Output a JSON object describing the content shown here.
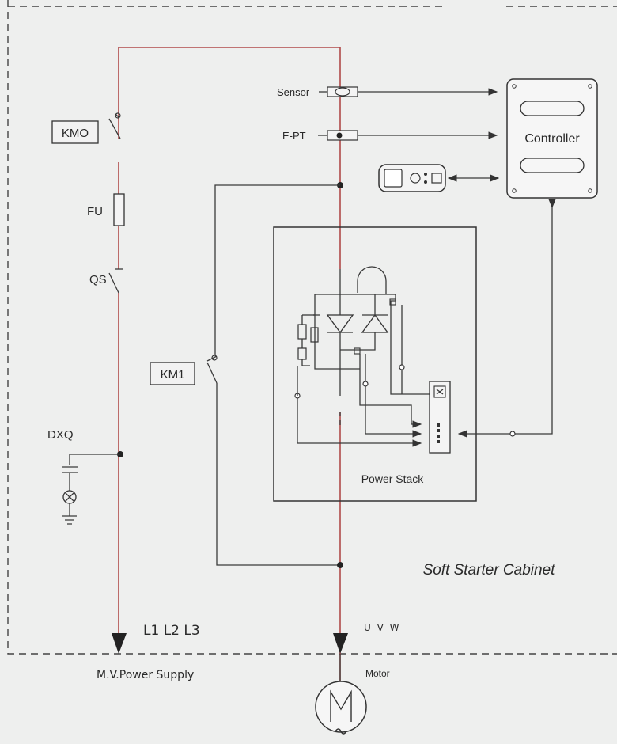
{
  "labels": {
    "kmo": "KMO",
    "fu": "FU",
    "qs": "QS",
    "km1": "KM1",
    "dxq": "DXQ",
    "sensor": "Sensor",
    "ept": "E-PT",
    "controller": "Controller",
    "power_stack": "Power Stack",
    "cabinet": "Soft Starter Cabinet",
    "phases_supply": "L1  L2  L3",
    "phases_motor": "U V W",
    "supply": "M.V.Power Supply",
    "motor": "Motor"
  },
  "colors": {
    "main_wire": "#b04a4a",
    "control_wire": "#3a3a3a",
    "cabinet_border": "#444444"
  },
  "icons": {
    "motor": "motor-icon",
    "lamp": "indicator-lamp-icon",
    "keypad": "handheld-keypad-icon"
  }
}
